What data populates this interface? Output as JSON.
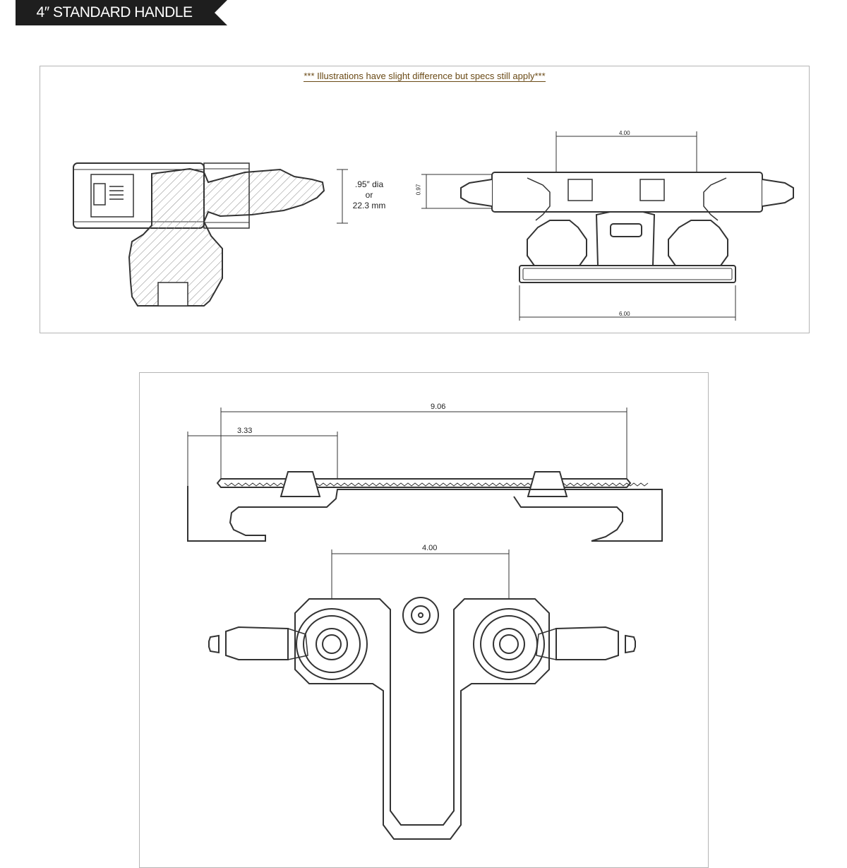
{
  "header": {
    "title": "4″ STANDARD HANDLE"
  },
  "top_panel": {
    "notice": "*** Illustrations have slight difference but specs still apply***",
    "side_view": {
      "dia_line1": ".95″ dia",
      "dia_line2": "or",
      "dia_line3": "22.3 mm"
    },
    "front_view": {
      "center_spacing": "4.00",
      "height": "0.97",
      "base_width": "6.00"
    }
  },
  "bottom_panel": {
    "overall_length": "9.06",
    "offset": "3.33",
    "center_spacing": "4.00"
  }
}
